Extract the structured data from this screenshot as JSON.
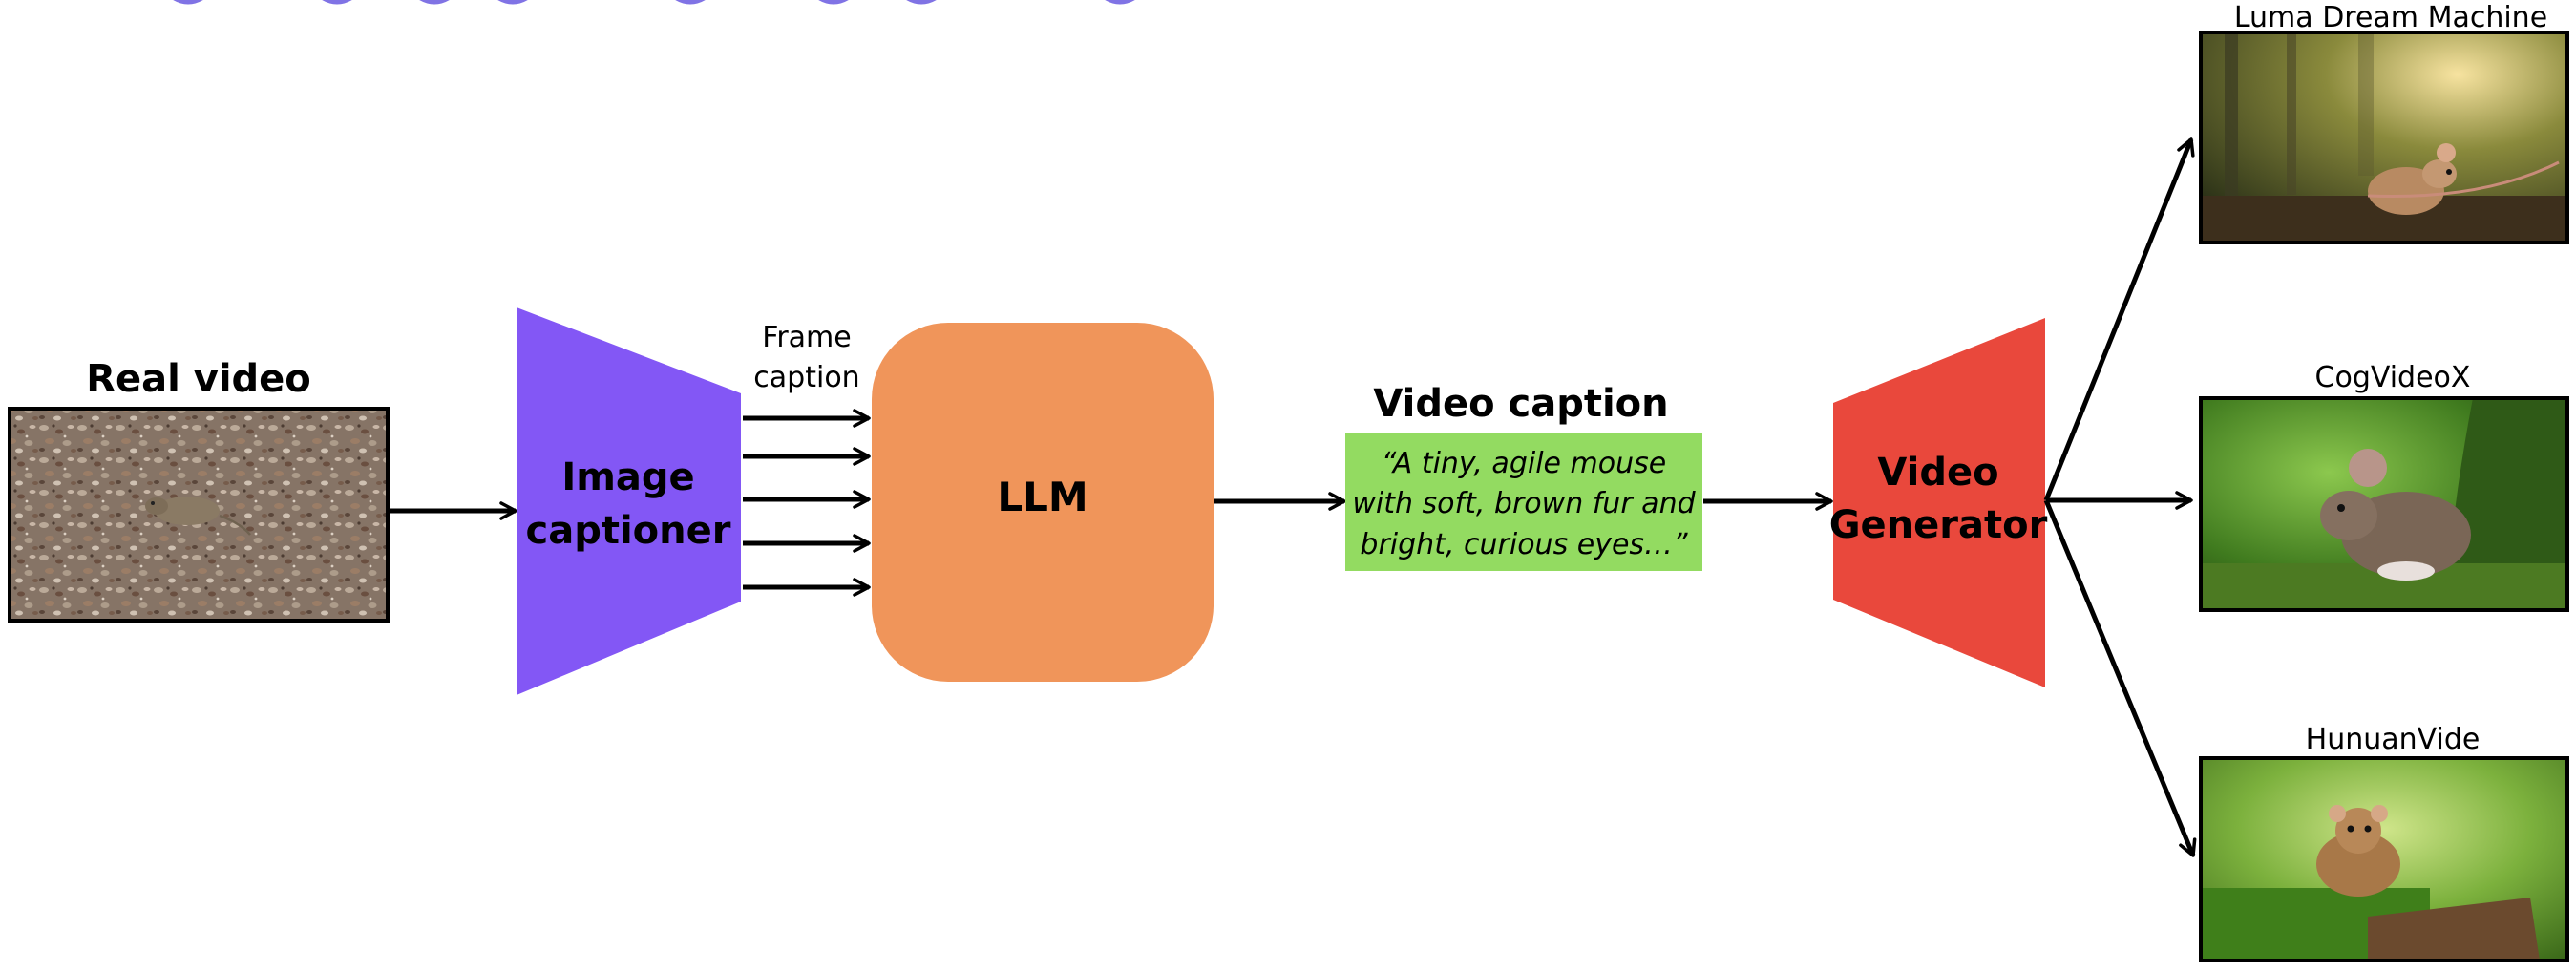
{
  "colors": {
    "captioner": "#8357F5",
    "llm": "#F0955A",
    "caption_box": "#93DB61",
    "generator": "#E9483C",
    "line": "#000000",
    "top_decor": "#6A5BE0"
  },
  "input": {
    "title": "Real video",
    "image": "mouse-in-leaf-litter"
  },
  "image_captioner": {
    "label_line1": "Image",
    "label_line2": "captioner"
  },
  "frame_caption": {
    "line1": "Frame",
    "line2": "caption"
  },
  "llm": {
    "label": "LLM"
  },
  "video_caption": {
    "title": "Video caption",
    "line1": "“A tiny, agile mouse",
    "line2": "with soft, brown fur and",
    "line3": "bright, curious eyes…”"
  },
  "video_generator": {
    "label_line1": "Video",
    "label_line2": "Generator"
  },
  "outputs": [
    {
      "title": "Luma Dream Machine",
      "image": "mouse-forest-sunlight"
    },
    {
      "title": "CogVideoX",
      "image": "mouse-on-moss"
    },
    {
      "title_line1": "HunuanVide",
      "title_line2": "o",
      "image": "mouse-on-log"
    }
  ]
}
